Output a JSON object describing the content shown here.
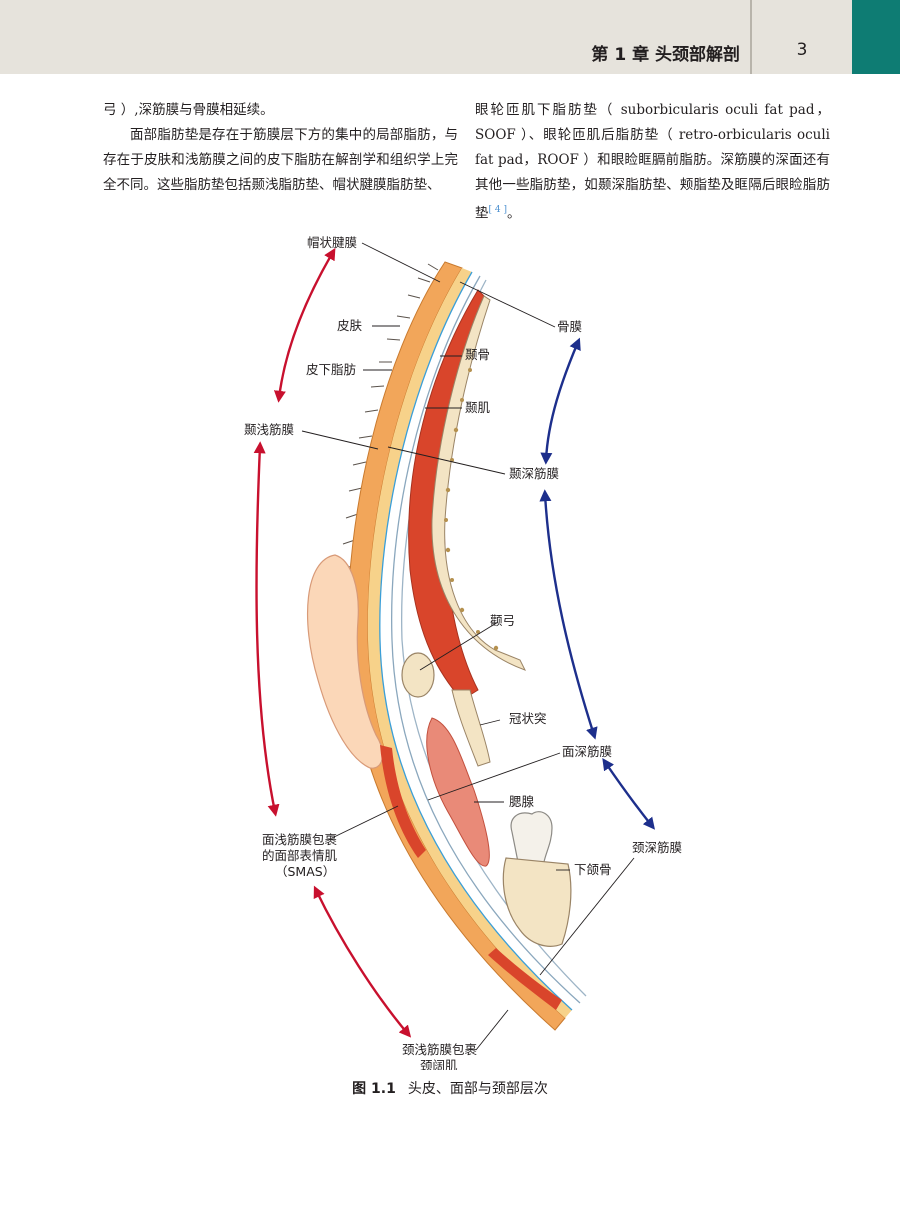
{
  "header": {
    "chapter": "第 1 章   头颈部解剖",
    "page": "3",
    "accent_color": "#0e7c73"
  },
  "body": {
    "left_p1": "弓 ）,深筋膜与骨膜相延续。",
    "left_p2": "面部脂肪垫是存在于筋膜层下方的集中的局部脂肪，与存在于皮肤和浅筋膜之间的皮下脂肪在解剖学和组织学上完全不同。这些脂肪垫包括颞浅脂肪垫、帽状腱膜脂肪垫、",
    "right_p1_text": "眼轮匝肌下脂肪垫（ suborbicularis oculi fat pad，SOOF ）、眼轮匝肌后脂肪垫（ retro-orbicularis oculi fat pad，ROOF ）和眼睑眶膈前脂肪。深筋膜的深面还有其他一些脂肪垫，如颞深脂肪垫、颊脂垫及眶隔后眼睑脂肪垫",
    "right_p1_ref": "[ 4 ]",
    "right_p1_end": "。"
  },
  "figure": {
    "labels": {
      "galea": "帽状腱膜",
      "skin": "皮肤",
      "subcutaneous_fat": "皮下脂肪",
      "superficial_temporal_fascia": "颞浅筋膜",
      "periosteum": "骨膜",
      "temporal_bone": "颞骨",
      "temporalis": "颞肌",
      "deep_temporal_fascia": "颞深筋膜",
      "zygomatic_arch": "颧弓",
      "coronoid_process": "冠状突",
      "deep_facial_fascia": "面深筋膜",
      "parotid": "腮腺",
      "deep_cervical_fascia": "颈深筋膜",
      "mandible": "下颌骨",
      "smas_line1": "面浅筋膜包裹",
      "smas_line2": "的面部表情肌",
      "smas_line3": "（SMAS）",
      "platysma_line1": "颈浅筋膜包裹",
      "platysma_line2": "颈阔肌"
    },
    "colors": {
      "superficial_arrow": "#c8102e",
      "deep_arrow": "#1d2f8c",
      "skin": "#f2a65a",
      "muscle": "#d9452b",
      "bone": "#f3e4c4"
    }
  },
  "caption": {
    "number": "图 1.1",
    "text": "头皮、面部与颈部层次"
  }
}
